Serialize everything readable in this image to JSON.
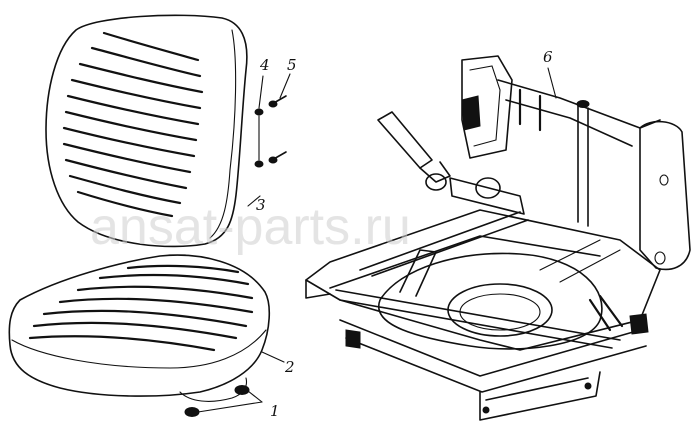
{
  "watermark": "ansat-parts.ru",
  "callouts": [
    {
      "id": "c1",
      "text": "1"
    },
    {
      "id": "c2",
      "text": "2"
    },
    {
      "id": "c3",
      "text": "3"
    },
    {
      "id": "c4",
      "text": "4"
    },
    {
      "id": "c5",
      "text": "5"
    },
    {
      "id": "c6",
      "text": "6"
    }
  ]
}
